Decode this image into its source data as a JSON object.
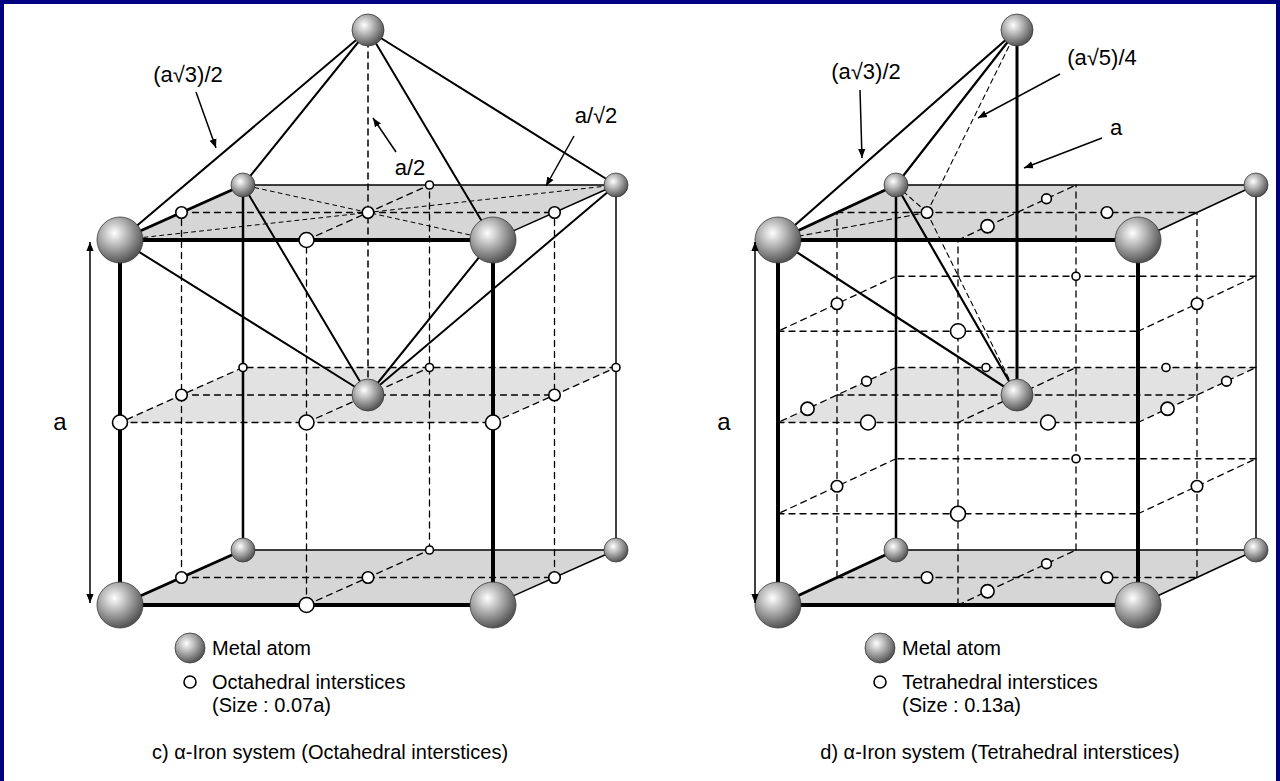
{
  "diagram": {
    "labels": [
      "(a√3)/2",
      "a/2",
      "a/√2",
      "a",
      "c) α-Iron system (Octahedral interstices)",
      "(a√3)/2",
      "(a√5)/4",
      "a",
      "a",
      "d) α-Iron system (Tetrahedral interstices)"
    ],
    "legend": [
      {
        "text": "Metal atom"
      },
      {
        "text": "Octahedral interstices (Size : 0.07a)"
      },
      {
        "text": "Metal atom"
      },
      {
        "text": "Tetrahedral interstices (Size : 0.13a)"
      }
    ]
  }
}
